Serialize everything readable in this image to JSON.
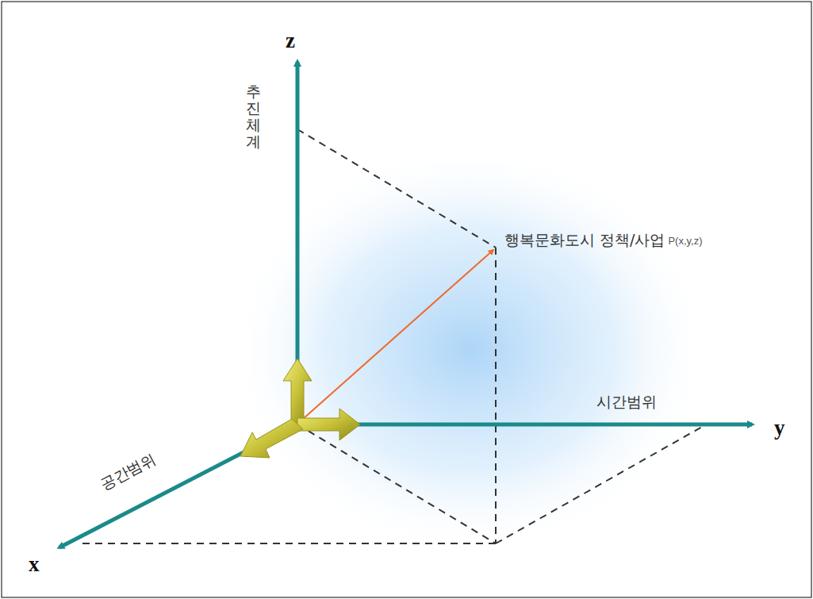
{
  "diagram": {
    "labels": [
      "z",
      "추진체계",
      "행복문화도시 정책/사업",
      "P(x,y,z)",
      "시간범위",
      "y",
      "공간범위",
      "x"
    ]
  }
}
